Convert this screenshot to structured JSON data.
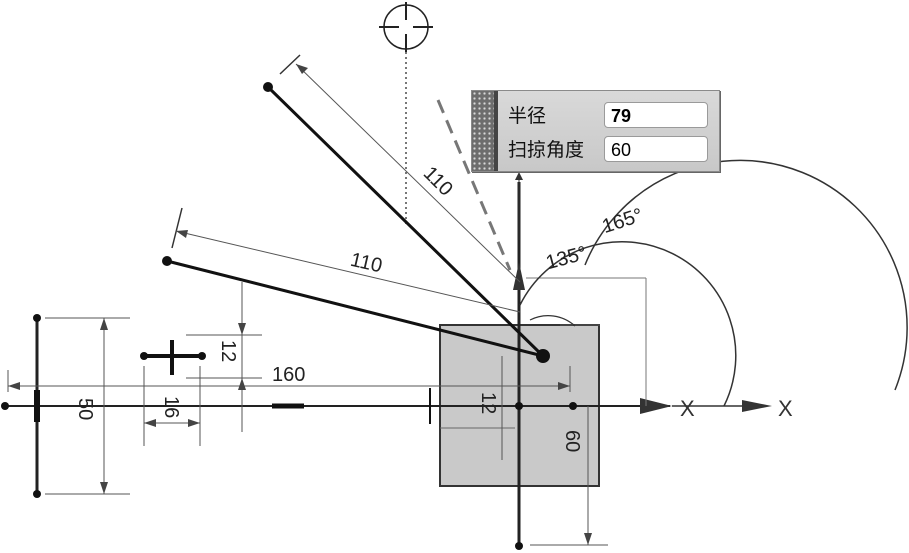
{
  "dynamic_input": {
    "radius_label": "半径",
    "radius_value": "79",
    "sweep_label": "扫掠角度",
    "sweep_value": "60"
  },
  "dimensions": {
    "upper_line_length": "110",
    "lower_line_length": "110",
    "angle_inner": "135°",
    "angle_outer": "165°",
    "horizontal_offset": "160",
    "small_vertical": "12",
    "left_height": "50",
    "small_width": "16",
    "center_vertical": "12",
    "block_height": "60"
  },
  "axes": {
    "inner_x": "X",
    "outer_x": "X"
  },
  "colors": {
    "line": "#111111",
    "block_fill": "#c9c9c9",
    "thin": "#555555"
  }
}
